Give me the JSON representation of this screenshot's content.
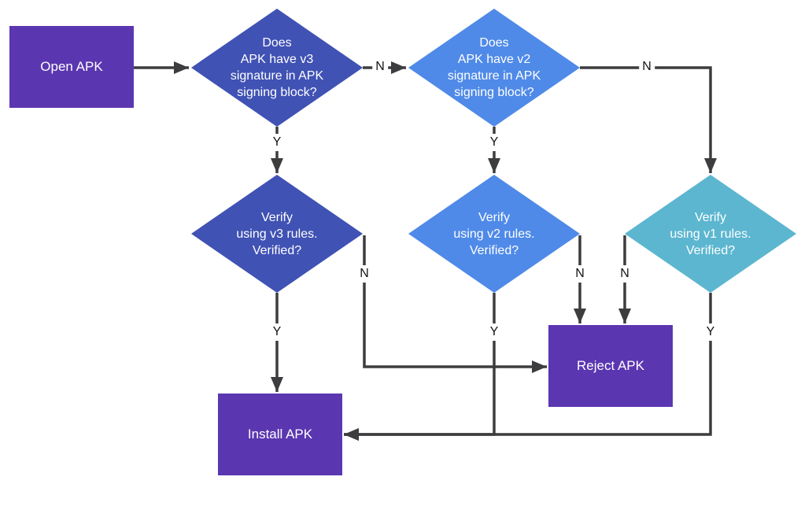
{
  "palette": {
    "background": "#ffffff",
    "box_purple": "#5B36B1",
    "decision_v3": "#4052B4",
    "decision_v2": "#4F8AE8",
    "decision_v1": "#5CB6D0",
    "connector": "#3D3D3F",
    "node_text": "#ffffff",
    "edge_label_text": "#141414"
  },
  "nodes": {
    "open_apk": {
      "type": "process",
      "label": "Open APK"
    },
    "v3_check": {
      "type": "decision",
      "label": "Does\nAPK have v3\nsignature in APK\nsigning block?"
    },
    "v2_check": {
      "type": "decision",
      "label": "Does\nAPK have v2\nsignature in APK\nsigning block?"
    },
    "v3_verify": {
      "type": "decision",
      "label": "Verify\nusing v3 rules.\nVerified?"
    },
    "v2_verify": {
      "type": "decision",
      "label": "Verify\nusing v2 rules.\nVerified?"
    },
    "v1_verify": {
      "type": "decision",
      "label": "Verify\nusing v1 rules.\nVerified?"
    },
    "reject_apk": {
      "type": "process",
      "label": "Reject APK"
    },
    "install_apk": {
      "type": "process",
      "label": "Install APK"
    }
  },
  "edges": [
    {
      "from": "open_apk",
      "to": "v3_check",
      "label": ""
    },
    {
      "from": "v3_check",
      "to": "v2_check",
      "label": "N"
    },
    {
      "from": "v3_check",
      "to": "v3_verify",
      "label": "Y"
    },
    {
      "from": "v2_check",
      "to": "v1_verify",
      "label": "N"
    },
    {
      "from": "v2_check",
      "to": "v2_verify",
      "label": "Y"
    },
    {
      "from": "v3_verify",
      "to": "reject_apk",
      "label": "N"
    },
    {
      "from": "v3_verify",
      "to": "install_apk",
      "label": "Y"
    },
    {
      "from": "v2_verify",
      "to": "reject_apk",
      "label": "N"
    },
    {
      "from": "v2_verify",
      "to": "install_apk",
      "label": "Y"
    },
    {
      "from": "v1_verify",
      "to": "reject_apk",
      "label": "N"
    },
    {
      "from": "v1_verify",
      "to": "install_apk",
      "label": "Y"
    }
  ]
}
